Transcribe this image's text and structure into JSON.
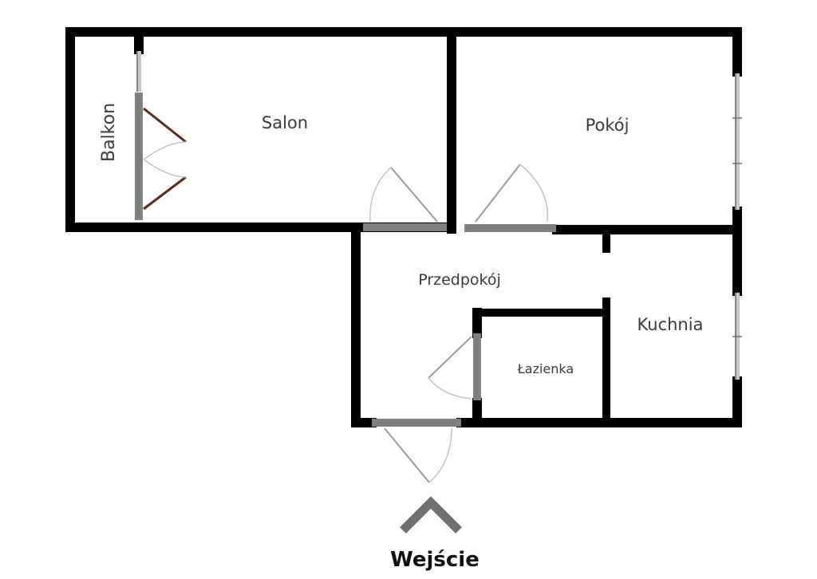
{
  "rooms": {
    "balkon": "Balkon",
    "salon": "Salon",
    "pokoj": "Pokój",
    "przedpokoj": "Przedpokój",
    "lazienka": "Łazienka",
    "kuchnia": "Kuchnia"
  },
  "entrance": {
    "label": "Wejście"
  },
  "colors": {
    "wall": "#000000",
    "door": "#808080",
    "balcony_door": "#5a2a22",
    "arrow": "#6f6f6f",
    "text": "#3a3a3a"
  },
  "icons": {
    "entrance_arrow": "chevron-up-icon"
  }
}
